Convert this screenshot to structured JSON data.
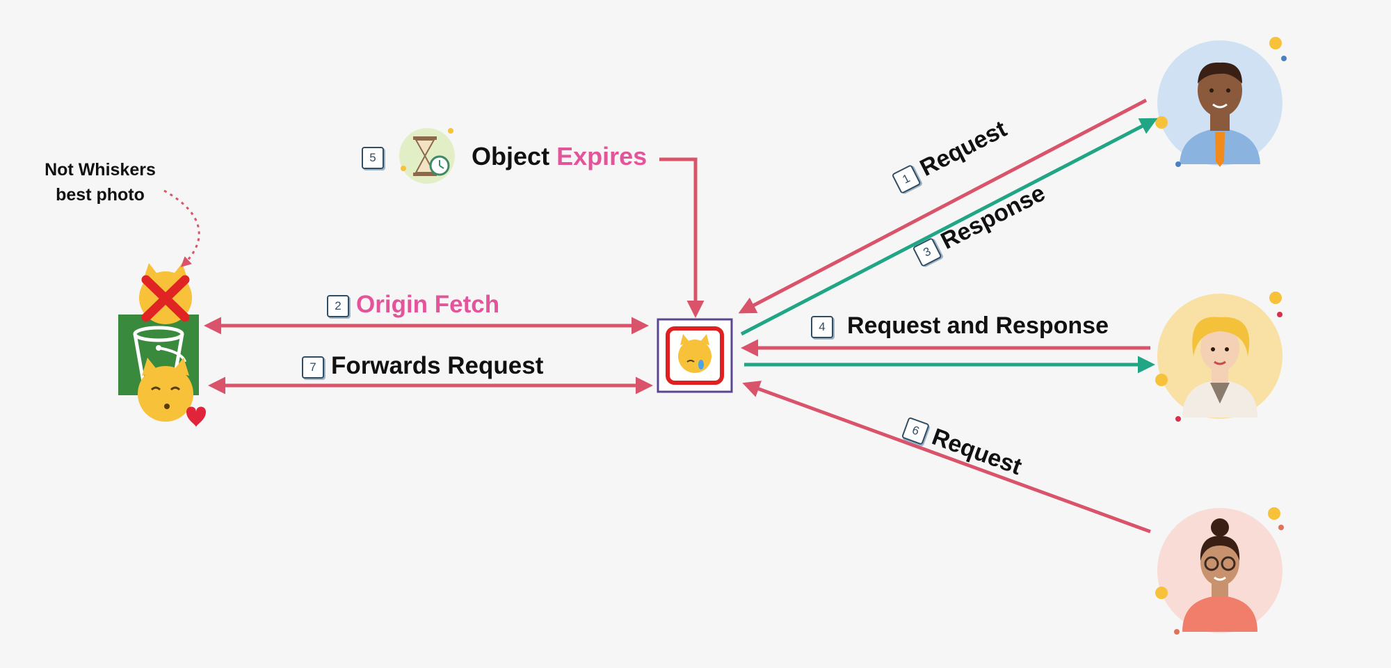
{
  "note": {
    "line1": "Not Whiskers",
    "line2": "best photo"
  },
  "steps": {
    "s1": {
      "num": "1",
      "label": "Request"
    },
    "s2": {
      "num": "2",
      "label": "Origin Fetch"
    },
    "s3": {
      "num": "3",
      "label": "Response"
    },
    "s4": {
      "num": "4",
      "label": "Request and Response"
    },
    "s5": {
      "num": "5",
      "label_a": "Object",
      "label_b": "Expires"
    },
    "s6": {
      "num": "6",
      "label": "Request"
    },
    "s7": {
      "num": "7",
      "label": "Forwards Request"
    }
  },
  "icons": {
    "origin": "s3-bucket-icon",
    "cache": "cache-edge-crying-cat-icon",
    "expiry": "hourglass-clock-icon",
    "users": [
      "user-man-icon",
      "user-woman-blonde-icon",
      "user-woman-glasses-icon"
    ]
  },
  "colors": {
    "request": "#d9546a",
    "response": "#20a585",
    "highlight": "#e4549a",
    "bucket": "#3a8a3d",
    "edge_border": "#5a4590",
    "edge_inner": "#e02020"
  }
}
